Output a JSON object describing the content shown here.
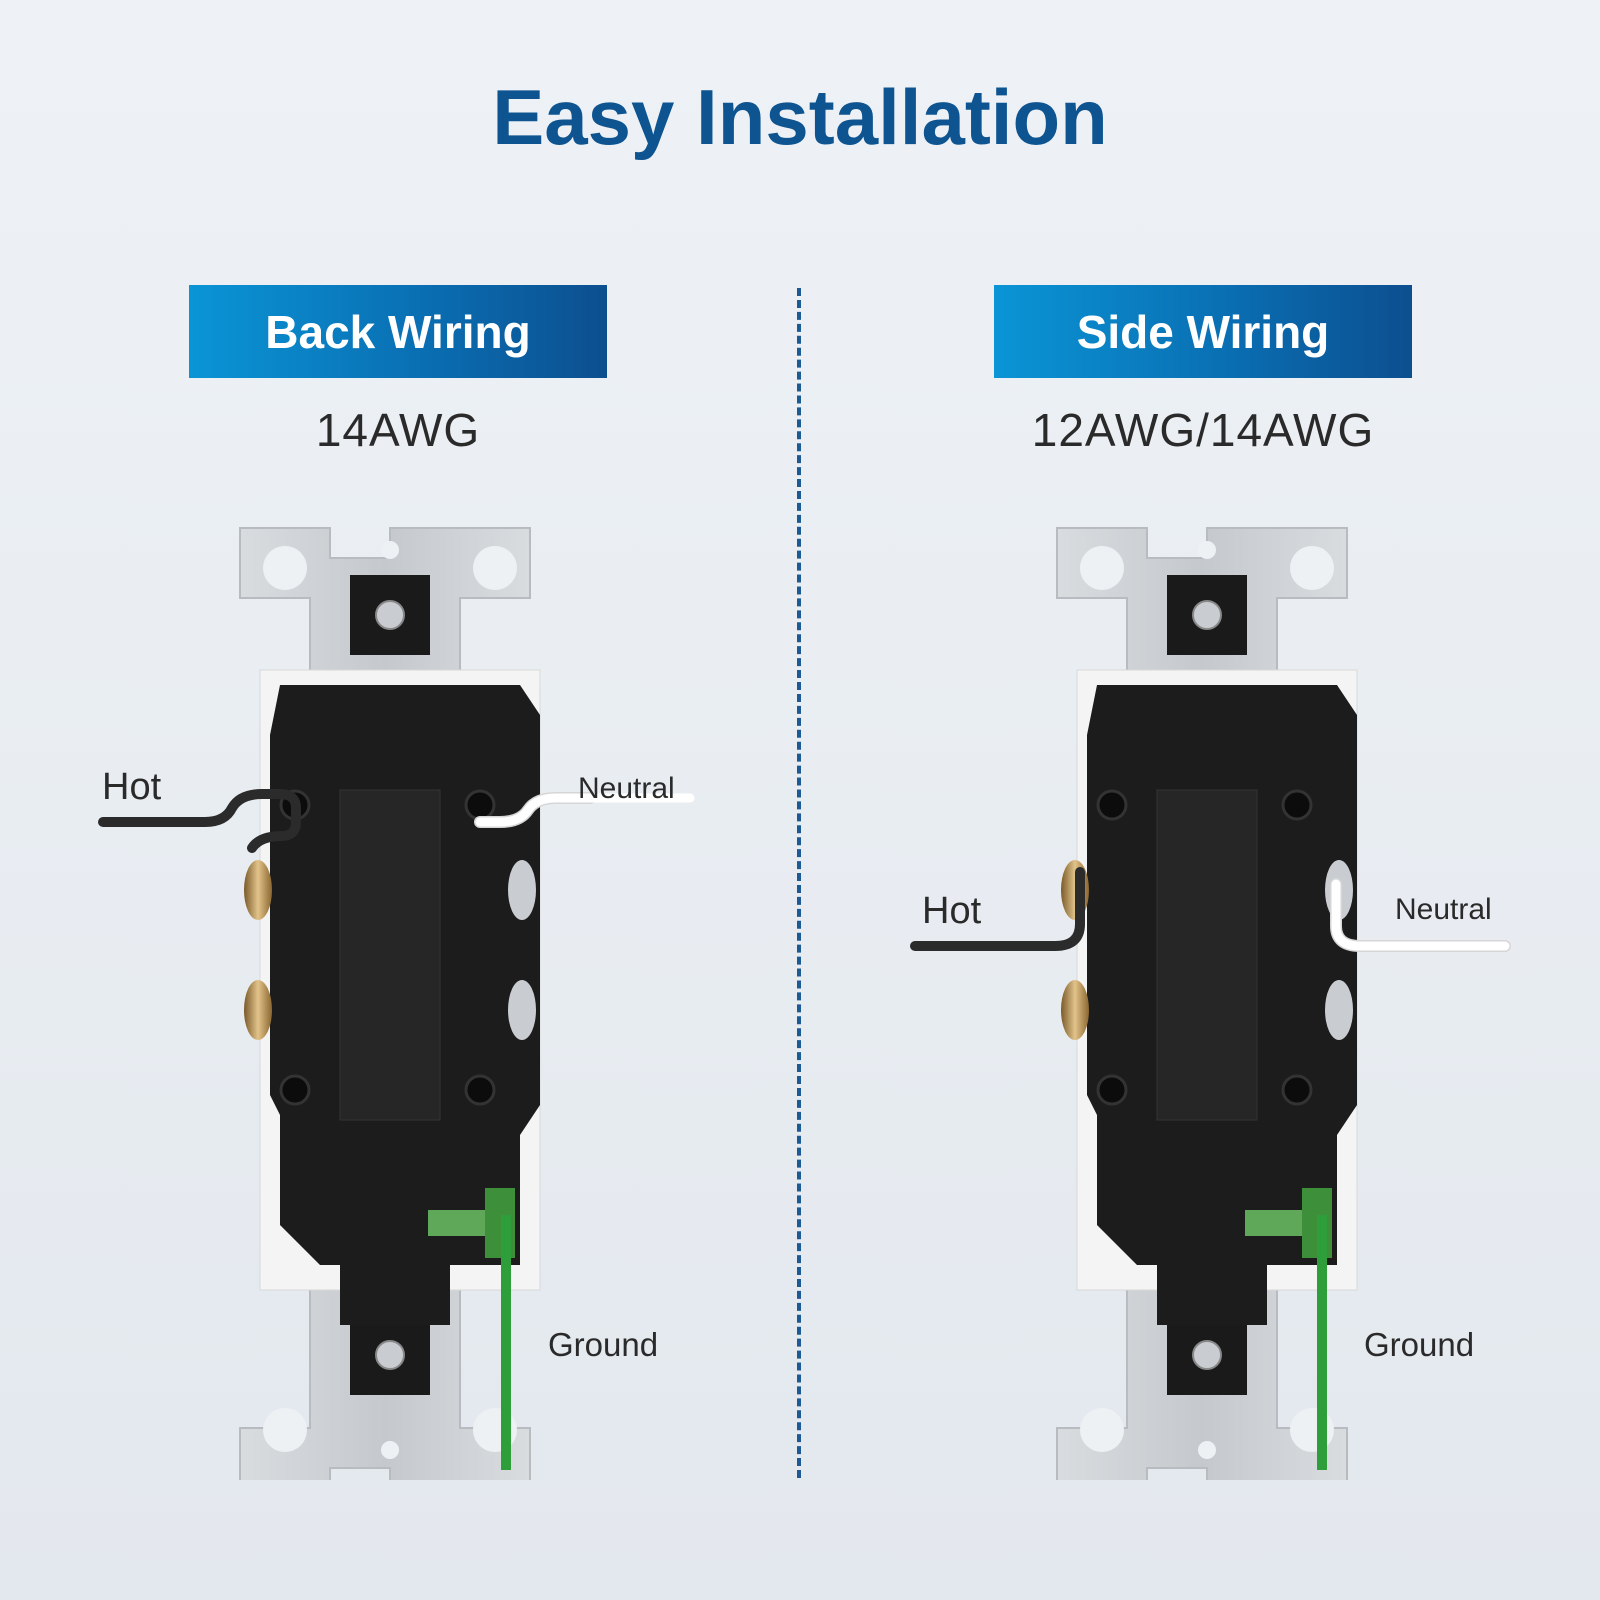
{
  "title": "Easy Installation",
  "panels": [
    {
      "banner": "Back Wiring",
      "gauge": "14AWG",
      "labels": {
        "hot": "Hot",
        "neutral": "Neutral",
        "ground": "Ground"
      }
    },
    {
      "banner": "Side Wiring",
      "gauge": "12AWG/14AWG",
      "labels": {
        "hot": "Hot",
        "neutral": "Neutral",
        "ground": "Ground"
      }
    }
  ],
  "colors": {
    "title": "#0e5490",
    "banner_start": "#0a95d6",
    "banner_end": "#0c4f8f",
    "hot_wire": "#2b2b2b",
    "neutral_wire": "#ffffff",
    "ground_wire": "#2e9e3a",
    "housing": "#1c1c1c",
    "strap": "#cfd2d6"
  },
  "icons": [
    "receptacle-back-icon",
    "screw-terminal-icon",
    "ground-screw-icon"
  ]
}
